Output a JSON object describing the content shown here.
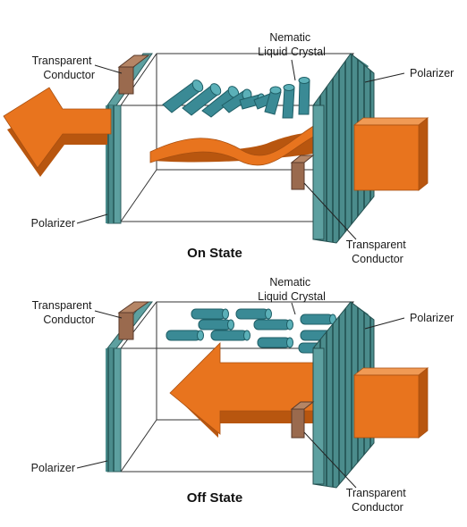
{
  "colors": {
    "polarizer": "#4b8c8c",
    "polarizer_dark": "#2f6666",
    "crystal": "#3a8a95",
    "crystal_dark": "#1f5e66",
    "light": "#e8741e",
    "light_dark": "#b8560f",
    "conductor": "#9a6a4e",
    "conductor_dark": "#6e4630"
  },
  "on_state": {
    "title": "On State",
    "labels": {
      "transparent_conductor_left": [
        "Transparent",
        "Conductor"
      ],
      "nematic_crystal": [
        "Nematic",
        "Liquid Crystal"
      ],
      "polarizer_right": "Polarizer",
      "polarizer_left": "Polarizer",
      "transparent_conductor_right": [
        "Transparent",
        "Conductor"
      ]
    }
  },
  "off_state": {
    "title": "Off State",
    "labels": {
      "transparent_conductor_left": [
        "Transparent",
        "Conductor"
      ],
      "nematic_crystal": [
        "Nematic",
        "Liquid Crystal"
      ],
      "polarizer_right": "Polarizer",
      "polarizer_left": "Polarizer",
      "transparent_conductor_right": [
        "Transparent",
        "Conductor"
      ]
    }
  }
}
